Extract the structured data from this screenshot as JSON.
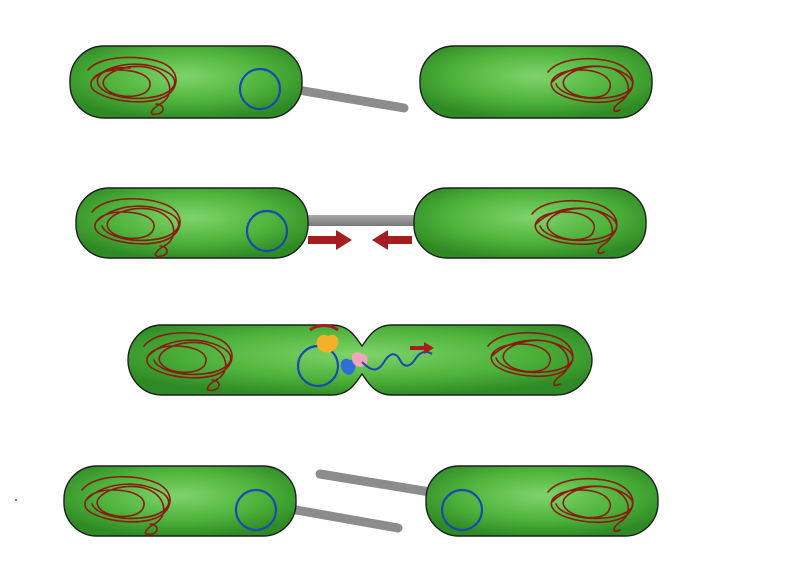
{
  "colors": {
    "background": "#ffffff",
    "cell_fill_light": "#7fd46a",
    "cell_fill_mid": "#4db23b",
    "cell_fill_dark": "#2e8a24",
    "cell_outline": "#1e1e1e",
    "chromosome": "#8b1a10",
    "plasmid": "#1a48b0",
    "pilus": "#8c8c8c",
    "arrow": "#a51d1d",
    "relaxase_yellow": "#f3b12a",
    "protein_pink": "#f2a6b8",
    "protein_blue": "#2d6fd6"
  },
  "icons": {
    "chromosome": "tangled-chromosome-icon",
    "plasmid": "circular-plasmid-icon",
    "pilus": "sex-pilus-icon",
    "retraction_arrow": "red-arrow-icon"
  },
  "stages": [
    {
      "step": 1,
      "donor_has_plasmid": true,
      "recipient_has_plasmid": false
    },
    {
      "step": 2,
      "donor_has_plasmid": true,
      "recipient_has_plasmid": false
    },
    {
      "step": 3,
      "donor_has_plasmid": true,
      "recipient_has_plasmid": false,
      "single_strand_transfer": true
    },
    {
      "step": 4,
      "donor_has_plasmid": true,
      "recipient_has_plasmid": true
    }
  ],
  "labels": {}
}
